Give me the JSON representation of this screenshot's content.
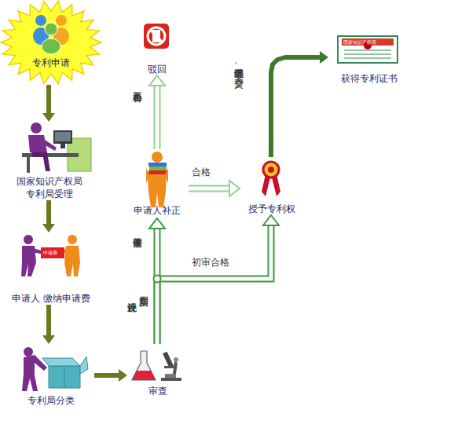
{
  "diagram": {
    "nodes": [
      {
        "text": [
          "专利申请"
        ]
      },
      {
        "text": [
          "国家知识产权局 专利局受理"
        ]
      },
      {
        "text": [
          "申请人 缴纳申请费"
        ]
      },
      {
        "text": [
          "专利局分类"
        ]
      },
      {
        "text": [
          "审查"
        ]
      },
      {
        "text": [
          "申请人补正"
        ]
      },
      {
        "text": [
          "驳回"
        ]
      },
      {
        "text": [
          "授予专利权"
        ]
      },
      {
        "text": [
          "获得专利证书"
        ]
      }
    ],
    "edges": [
      {
        "from": 0,
        "to": 1,
        "arrow": "to"
      },
      {
        "from": 1,
        "to": 2,
        "arrow": "to"
      },
      {
        "from": 2,
        "to": 3,
        "arrow": "to"
      },
      {
        "from": 3,
        "to": 4,
        "arrow": "to"
      },
      {
        "from": 4,
        "to": 5,
        "label": "需要修改",
        "arrow": "to"
      },
      {
        "from": 4,
        "to": 7,
        "label": "初审合格",
        "arrow": "to"
      },
      {
        "from": 5,
        "to": 6,
        "label": "补正不合格",
        "arrow": "to"
      },
      {
        "from": 5,
        "to": 7,
        "label": "合格",
        "arrow": "to"
      },
      {
        "from": 7,
        "to": 8,
        "label": "办理登记手续、交费",
        "arrow": "to"
      }
    ],
    "labels": [
      "实用新型",
      "外观设计",
      "申请费",
      "国家知识产权局"
    ]
  }
}
